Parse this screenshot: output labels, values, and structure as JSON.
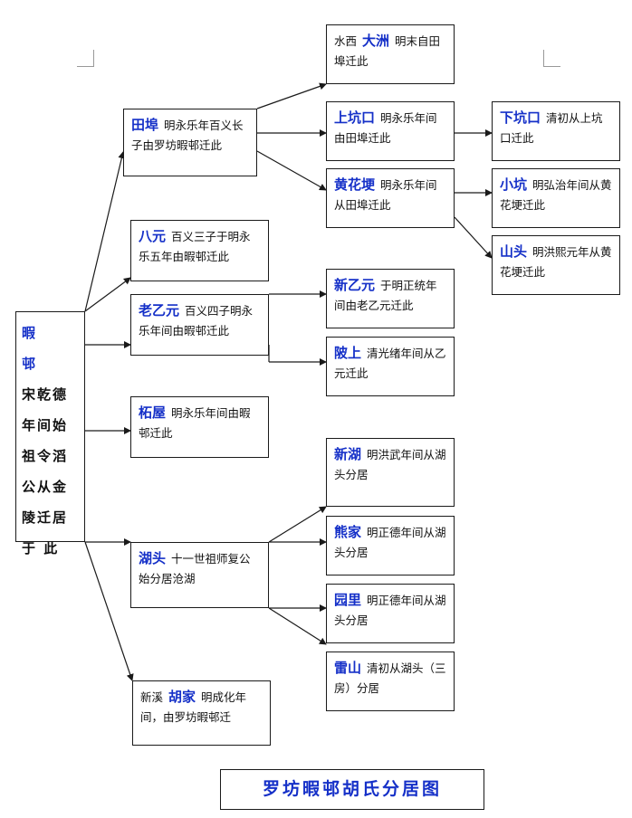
{
  "title": "罗坊暇邨胡氏分居图",
  "root": {
    "name": "暇 邨",
    "lines": [
      "宋乾德",
      "年间始",
      "祖令滔",
      "公从金",
      "陵迁居",
      "于 此"
    ]
  },
  "nodes": {
    "tianfu": {
      "name": "田埠",
      "desc": "明永乐年百义长子由罗坊暇邨迁此"
    },
    "bayuan": {
      "name": "八元",
      "desc": "百义三子于明永乐五年由暇邨迁此"
    },
    "laoyiyuan": {
      "name": "老乙元",
      "desc": "百义四子明永乐年间由暇邨迁此"
    },
    "tuowu": {
      "name": "柘屋",
      "desc": "明永乐年间由暇邨迁此"
    },
    "hutou": {
      "name": "湖头",
      "desc": "十一世祖师复公始分居沧湖"
    },
    "hujia": {
      "pre": "新溪",
      "name": "胡家",
      "desc": "明成化年间，由罗坊暇邨迁"
    },
    "shuixi": {
      "pre": "水西",
      "name": "大洲",
      "desc": "明末自田埠迁此"
    },
    "shangkengkou": {
      "name": "上坑口",
      "desc": "明永乐年间由田埠迁此"
    },
    "huanghualing": {
      "name": "黄花埂",
      "desc": "明永乐年间从田埠迁此"
    },
    "xiakengkou": {
      "name": "下坑口",
      "desc": "清初从上坑口迁此"
    },
    "xiaokeng": {
      "name": "小坑",
      "desc": "明弘治年间从黄花埂迁此"
    },
    "shantou": {
      "name": "山头",
      "desc": "明洪熙元年从黄花埂迁此"
    },
    "xinyiyuan": {
      "name": "新乙元",
      "desc": "于明正统年间由老乙元迁此"
    },
    "poshang": {
      "name": "陂上",
      "desc": "清光绪年间从乙元迁此"
    },
    "xinhu": {
      "name": "新湖",
      "desc": "明洪武年间从湖头分居"
    },
    "xiongjia": {
      "name": "熊家",
      "desc": "明正德年间从湖头分居"
    },
    "yuanli": {
      "name": "园里",
      "desc": "明正德年间从湖头分居"
    },
    "leishan": {
      "name": "雷山",
      "desc": "清初从湖头（三房）分居"
    }
  }
}
